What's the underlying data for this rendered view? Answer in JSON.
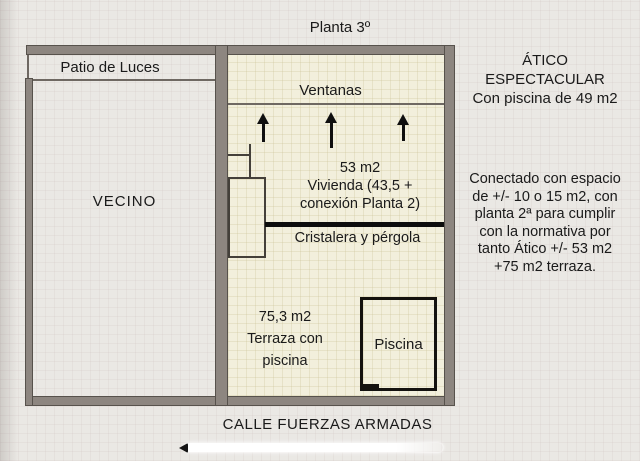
{
  "title": "Planta 3º",
  "plan": {
    "patio_label": "Patio de Luces",
    "vecino_label": "VECINO",
    "ventanas_label": "Ventanas",
    "vivienda_lines": [
      "53 m2",
      "Vivienda (43,5 +",
      "conexión Planta 2)"
    ],
    "cristalera_label": "Cristalera y pérgola",
    "terraza_lines": [
      "75,3 m2",
      "Terraza con",
      "piscina"
    ],
    "piscina_label": "Piscina"
  },
  "annotations": {
    "atico_lines": [
      "ÁTICO",
      "ESPECTACULAR",
      "Con piscina de 49 m2"
    ],
    "conectado_lines": [
      "Conectado con espacio",
      "de +/- 10 o 15 m2, con",
      "planta 2ª para cumplir",
      "con la normativa por",
      "tanto Ático +/- 53 m2",
      "+75 m2 terraza."
    ]
  },
  "street_label": "CALLE FUERZAS ARMADAS",
  "icons": {
    "up_arrow": "up-arrow",
    "scrollbar_arrow": "left-arrow"
  },
  "colors": {
    "background": "#eae8e4",
    "room_fill": "#f2efdc",
    "wall": "#8d8680",
    "wall_edge": "#57524c",
    "glass_wall": "#0d0d0d",
    "ink": "#1a1a1a"
  }
}
